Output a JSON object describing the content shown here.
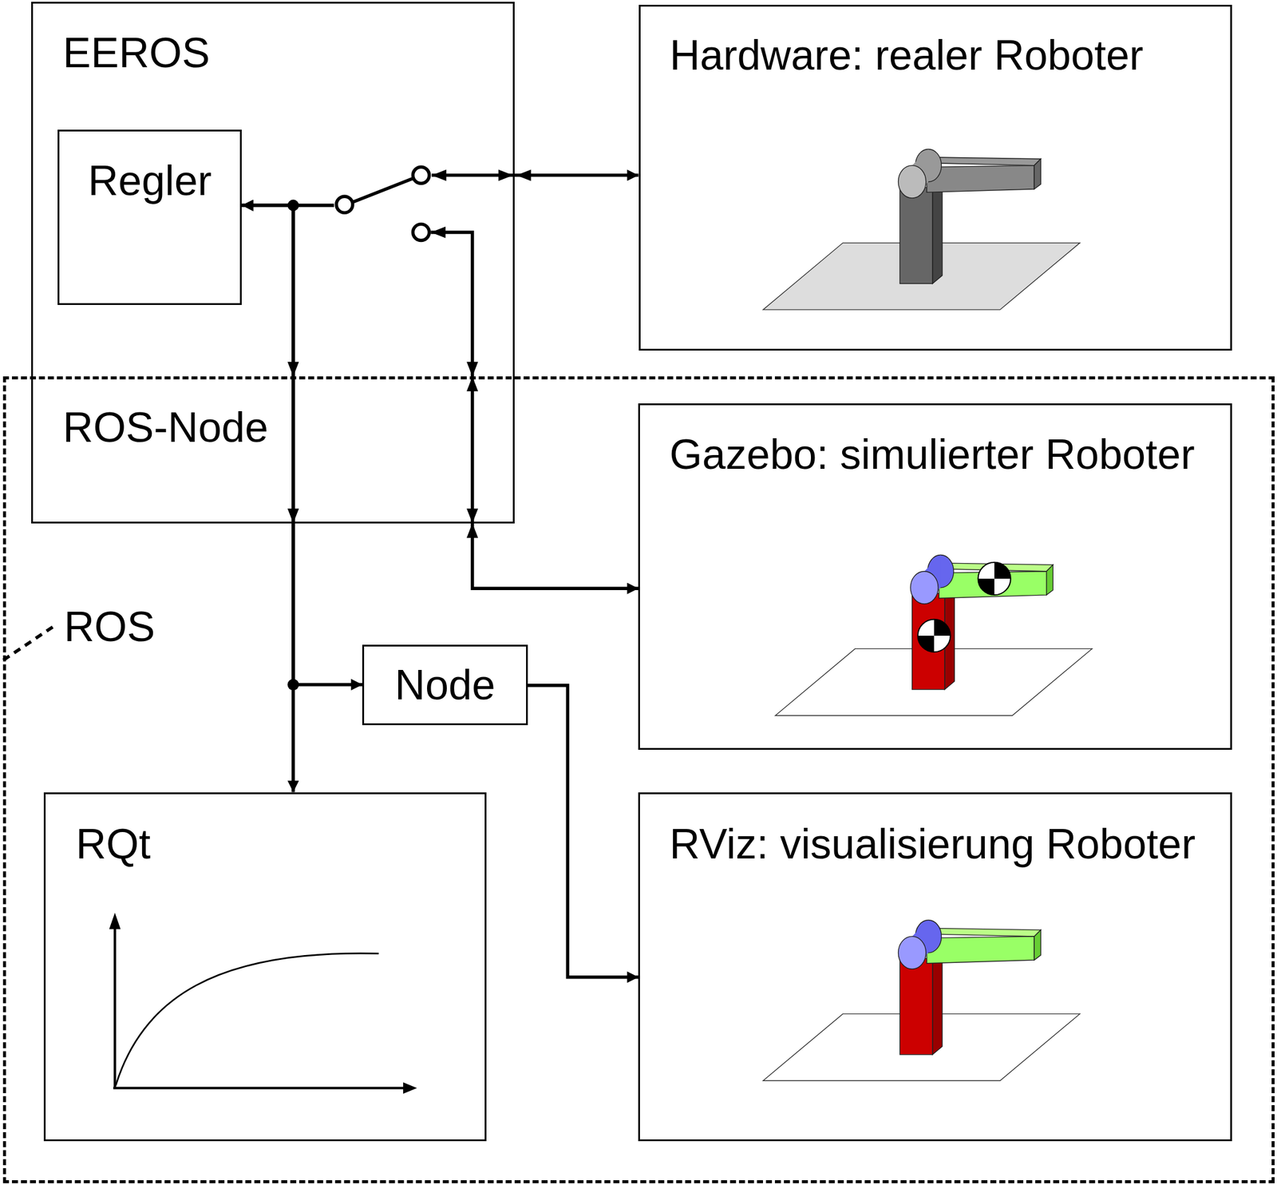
{
  "diagram": {
    "nodes": [
      {
        "text": [
          "EEROS",
          "ROS-Node"
        ]
      },
      {
        "text": [
          "Regler"
        ],
        "in": 0
      },
      {
        "text": [
          "Hardware: realer Roboter"
        ]
      },
      {
        "text": [
          "ROS"
        ]
      },
      {
        "text": [
          "Gazebo: simulierter Roboter"
        ],
        "in": 3
      },
      {
        "text": [
          "Node"
        ],
        "in": 3
      },
      {
        "text": [
          "RQt"
        ],
        "in": 3
      },
      {
        "text": [
          "RViz: visualisierung Roboter"
        ],
        "in": 3
      }
    ],
    "edges": [
      {
        "from": 1,
        "to": 2,
        "arrow": "both"
      },
      {
        "from": 1,
        "to": 4,
        "arrow": "both"
      },
      {
        "from": 1,
        "to": 5,
        "arrow": "to"
      },
      {
        "from": 1,
        "to": 6,
        "arrow": "to"
      },
      {
        "from": 5,
        "to": 7,
        "arrow": "to"
      }
    ]
  }
}
